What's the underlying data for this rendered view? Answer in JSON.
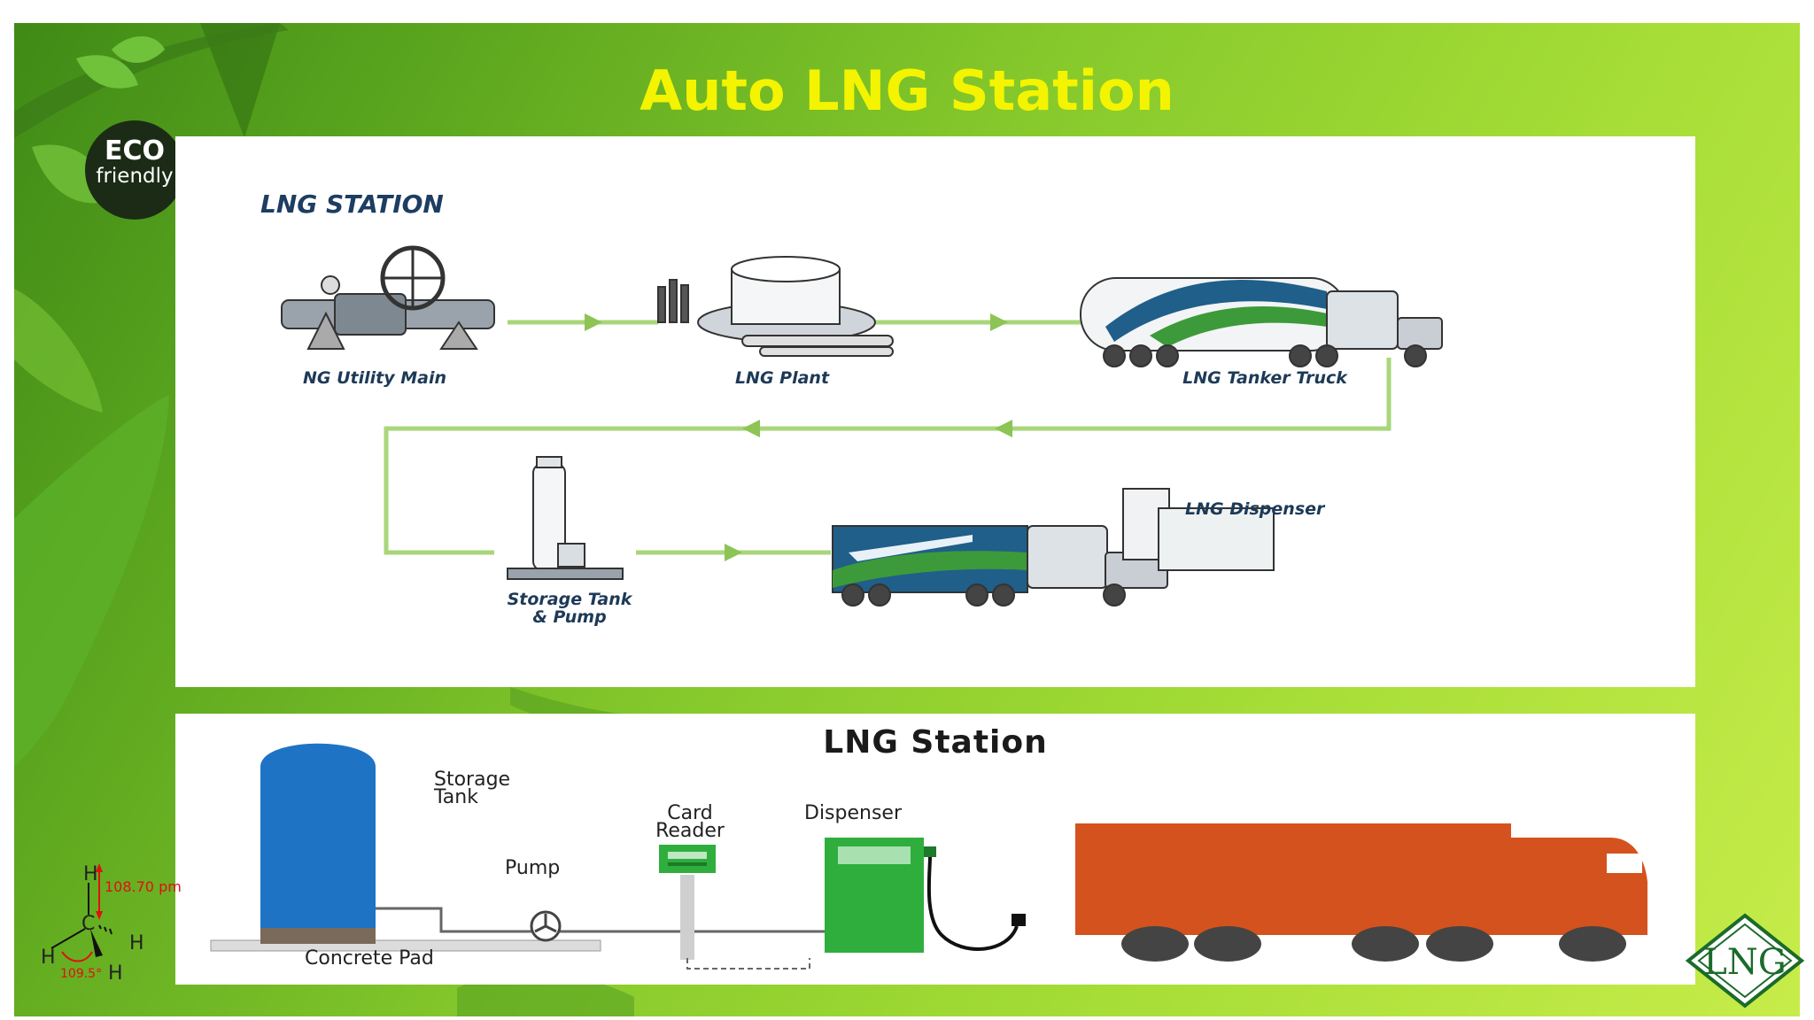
{
  "slide": {
    "title": "Auto LNG Station",
    "eco_badge": {
      "line1": "ECO",
      "line2": "friendly"
    },
    "colors": {
      "title": "#f4f400",
      "flow_arrow": "#9dcf6a",
      "tank": "#1f73c4",
      "dispenser": "#2fae3e",
      "truck": "#d4521d"
    }
  },
  "top_diagram": {
    "heading": "LNG STATION",
    "nodes": [
      {
        "label": "NG Utility Main",
        "icon": "valve-pipe-icon"
      },
      {
        "label": "LNG Plant",
        "icon": "lng-plant-icon"
      },
      {
        "label": "LNG Tanker Truck",
        "icon": "tanker-truck-icon"
      },
      {
        "label_line1": "Storage Tank",
        "label_line2": "& Pump",
        "icon": "storage-tank-icon"
      },
      {
        "label": "LNG Dispenser",
        "icon": "dispenser-truck-icon"
      }
    ]
  },
  "bottom_diagram": {
    "heading": "LNG Station",
    "storage_tank": {
      "line1": "Storage",
      "line2": "Tank"
    },
    "pump": "Pump",
    "card_reader": {
      "line1": "Card",
      "line2": "Reader"
    },
    "dispenser": "Dispenser",
    "concrete_pad": "Concrete Pad"
  },
  "molecule": {
    "atoms": {
      "top": "H",
      "center": "C",
      "left": "H",
      "right": "H",
      "bottom": "H"
    },
    "bond_length": "108.70 pm",
    "bond_angle": "109.5°"
  },
  "logo": {
    "text": "LNG"
  }
}
